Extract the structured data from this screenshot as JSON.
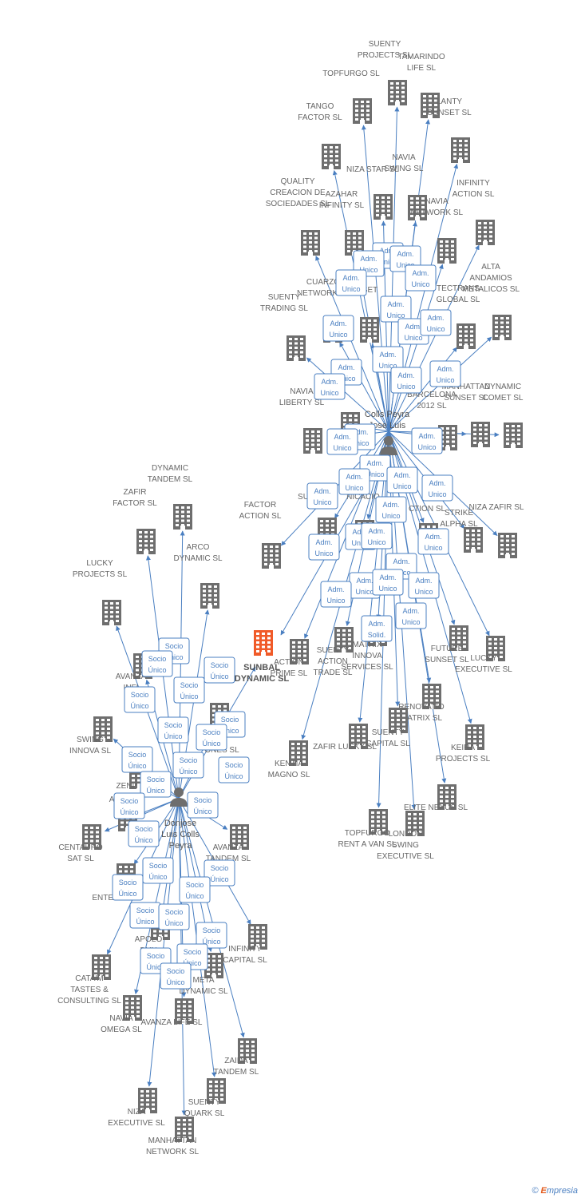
{
  "center": {
    "name_lines": [
      "SUNBAL",
      "DYNAMIC SL"
    ],
    "color": "#f05a28"
  },
  "persons": [
    {
      "name_lines": [
        "Colls Peyra",
        "Jose Luis"
      ]
    },
    {
      "name_lines": [
        "Donjose",
        "Luis Colls",
        "Peyra"
      ]
    }
  ],
  "companies": [
    [
      "SUENTY",
      "PROJECTS SL"
    ],
    [
      "TAMARINDO",
      "LIFE SL"
    ],
    [
      "TOPFURGO SL"
    ],
    [
      "LANTY",
      "SUNSET SL"
    ],
    [
      "TANGO",
      "FACTOR SL"
    ],
    [
      "NAVIA",
      "SWING SL"
    ],
    [
      "NIZA STAR SL"
    ],
    [
      "INFINITY",
      "ACTION SL"
    ],
    [
      "QUALITY",
      "CREACION DE",
      "SOCIEDADES SL"
    ],
    [
      "AZAHAR",
      "INFINITY SL"
    ],
    [
      "NAVIA",
      "NETWORK SL"
    ],
    [
      "ALTA",
      "ANDAMIOS",
      "METALICOS SL"
    ],
    [
      "CUARZO",
      "NETWORK SL"
    ],
    [
      "SUNSET"
    ],
    [
      "TECTRANS",
      "GLOBAL SL"
    ],
    [
      "SUENTY",
      "TRADING SL"
    ],
    [
      "NAVIA",
      "LIBERTY SL"
    ],
    [
      "DE"
    ],
    [
      "BARCELONA",
      "2012 SL"
    ],
    [
      "MANHATTAN",
      "SUNSET SL"
    ],
    [
      "DYNAMIC",
      "COMET SL"
    ],
    [
      "FACTOR",
      "ACTION SL"
    ],
    [
      "SU"
    ],
    [
      "NICACIO"
    ],
    [
      "CTION SL"
    ],
    [
      "STRIKE",
      "ALPHA SL"
    ],
    [
      "NIZA ZAFIR SL"
    ],
    [
      "ACTION",
      "PRIME SL"
    ],
    [
      "SUENTY",
      "ACTION",
      "TRADE SL"
    ],
    [
      "MATRIX",
      "INNOVA",
      "SERVICES SL"
    ],
    [
      "FUTURE",
      "SUNSET SL"
    ],
    [
      "LUCKY",
      "EXECUTIVE SL"
    ],
    [
      "RENOVATIO",
      "MATRIX SL"
    ],
    [
      "ZAFIR LUCKY SL"
    ],
    [
      "SUENTY",
      "CAPITAL SL"
    ],
    [
      "KEIRA",
      "PROJECTS SL"
    ],
    [
      "KENTIA",
      "MAGNO SL"
    ],
    [
      "TOPFURGO",
      "RENT A VAN SL"
    ],
    [
      "LONDON",
      "SWING",
      "EXECUTIVE SL"
    ],
    [
      "ELITE NEXUS SL"
    ],
    [
      "DYNAMIC",
      "TANDEM SL"
    ],
    [
      "ZAFIR",
      "FACTOR SL"
    ],
    [
      "ARCO",
      "DYNAMIC SL"
    ],
    [
      "LUCKY",
      "PROJECTS SL"
    ],
    [
      "AVANZA",
      "INFI"
    ],
    [
      "SWING",
      "INNOVA SL"
    ],
    [
      "ONES SL"
    ],
    [
      "ZENIT"
    ],
    [
      "AVA"
    ],
    [
      "CENTAURO",
      "SAT SL"
    ],
    [
      "AVANZA",
      "TANDEM SL"
    ],
    [
      "A",
      "ENTERPRIS"
    ],
    [
      "APOLO",
      "DYN"
    ],
    [
      "INFINITY",
      "CAPITAL SL"
    ],
    [
      "CATA'M",
      "TASTES &",
      "CONSULTING SL"
    ],
    [
      "NAVIA",
      "OMEGA SL"
    ],
    [
      "AVANZA LIFE SL"
    ],
    [
      "META",
      "DYNAMIC SL"
    ],
    [
      "ZAIDA",
      "TANDEM SL"
    ],
    [
      "NIZA",
      "EXECUTIVE SL"
    ],
    [
      "SUENTY",
      "QUARK SL"
    ],
    [
      "MANHATTAN",
      "NETWORK SL"
    ]
  ],
  "relations": {
    "adm_unico": [
      "Adm.",
      "Unico"
    ],
    "adm_solid": [
      "Adm.",
      "Solid."
    ],
    "socio_unico": [
      "Socio",
      "Único"
    ]
  },
  "footer": {
    "copyright": "©",
    "brand_e": "E",
    "brand_rest": "mpresia"
  },
  "colors": {
    "edge": "#4a7fc1",
    "building": "#6e6e6e",
    "center": "#f05a28"
  }
}
